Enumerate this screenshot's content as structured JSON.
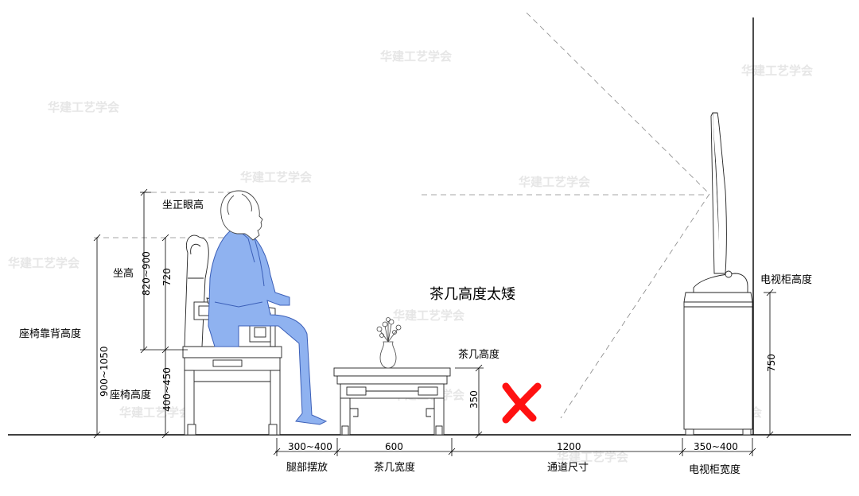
{
  "watermark_text": "华建工艺学会",
  "title": "茶几高度太矮",
  "labels": {
    "eye_height": "坐正眼高",
    "sitting_height": "坐高",
    "chair_back_height": "座椅靠背高度",
    "seat_height": "座椅高度",
    "table_height": "茶几高度",
    "tv_cabinet_height": "电视柜高度"
  },
  "vertical_dims": {
    "sitting_height_range": "820~900",
    "upper_body": "720",
    "chair_back_range": "900~1050",
    "seat_range": "400~450",
    "table": "350",
    "tv_cabinet": "750"
  },
  "bottom_dims": {
    "leg_space": {
      "value": "300~400",
      "label": "腿部摆放"
    },
    "table_width": {
      "value": "600",
      "label": "茶几宽度"
    },
    "passage": {
      "value": "1200",
      "label": "通道尺寸"
    },
    "tv_cabinet_width": {
      "value": "350~400",
      "label": "电视柜宽度"
    }
  },
  "colors": {
    "person_fill": "#8fb2f0",
    "person_stroke": "#3b5fb8",
    "cross_mark": "#ff1111",
    "lines": "#000000",
    "watermark": "#e6e6e6"
  },
  "icons": {
    "wrong_mark": "red-cross-icon",
    "plant": "flower-vase-icon"
  }
}
